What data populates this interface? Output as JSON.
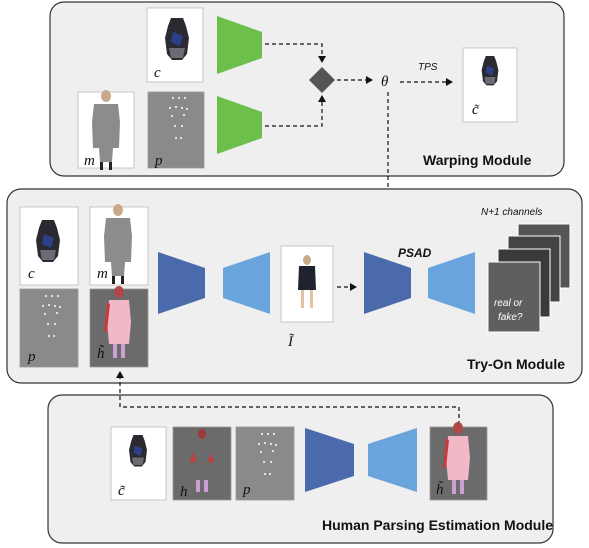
{
  "modules": {
    "warping": "Warping Module",
    "tryon": "Try-On Module",
    "parsing": "Human Parsing Estimation Module"
  },
  "labels": {
    "c": "c",
    "m": "m",
    "p": "p",
    "theta": "θ",
    "tps": "TPS",
    "c_tilde": "c̃",
    "i_tilde": "Ĩ",
    "h": "h",
    "h_tilde": "h̃",
    "psad": "PSAD",
    "channels": "N+1 channels",
    "real_or": "real or",
    "fake": "fake?"
  },
  "colors": {
    "module_bg": "#efefef",
    "module_border": "#333333",
    "warp_green": "#6cbf4b",
    "enc_dark": "#4a6aab",
    "dec_light": "#6aa4dc",
    "pose_gray": "#8a8a8a",
    "parse_gray": "#6b6b6b",
    "parse_pink": "#f2b8c6"
  }
}
